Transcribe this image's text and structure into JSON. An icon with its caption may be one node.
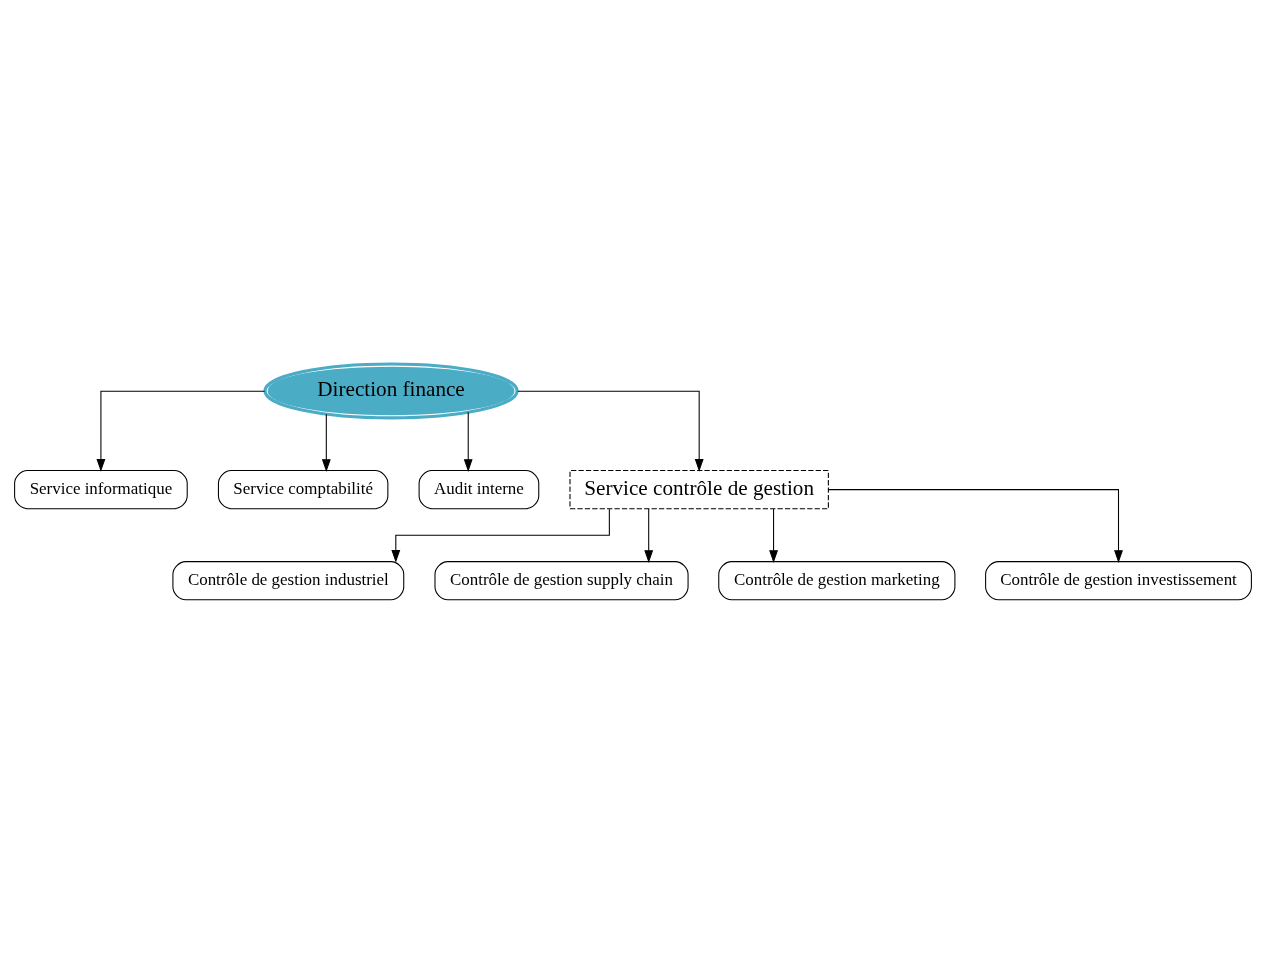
{
  "diagram": {
    "nodes": [
      {
        "text": [
          "Direction finance"
        ]
      },
      {
        "text": [
          "Service informatique"
        ]
      },
      {
        "text": [
          "Service comptabilité"
        ]
      },
      {
        "text": [
          "Audit interne"
        ]
      },
      {
        "text": [
          "Service contrôle de gestion"
        ]
      },
      {
        "text": [
          "Contrôle de gestion industriel"
        ]
      },
      {
        "text": [
          "Contrôle de gestion supply chain"
        ]
      },
      {
        "text": [
          "Contrôle de gestion marketing"
        ]
      },
      {
        "text": [
          "Contrôle de gestion investissement"
        ]
      }
    ],
    "edges": [
      {
        "from": 0,
        "to": 4,
        "arrow": "to"
      },
      {
        "from": 0,
        "to": 1,
        "arrow": "to"
      },
      {
        "from": 0,
        "to": 2,
        "arrow": "to"
      },
      {
        "from": 0,
        "to": 3,
        "arrow": "to"
      },
      {
        "from": 4,
        "to": 5,
        "arrow": "to"
      },
      {
        "from": 4,
        "to": 6,
        "arrow": "to"
      },
      {
        "from": 4,
        "to": 7,
        "arrow": "to"
      },
      {
        "from": 4,
        "to": 8,
        "arrow": "to"
      }
    ]
  }
}
